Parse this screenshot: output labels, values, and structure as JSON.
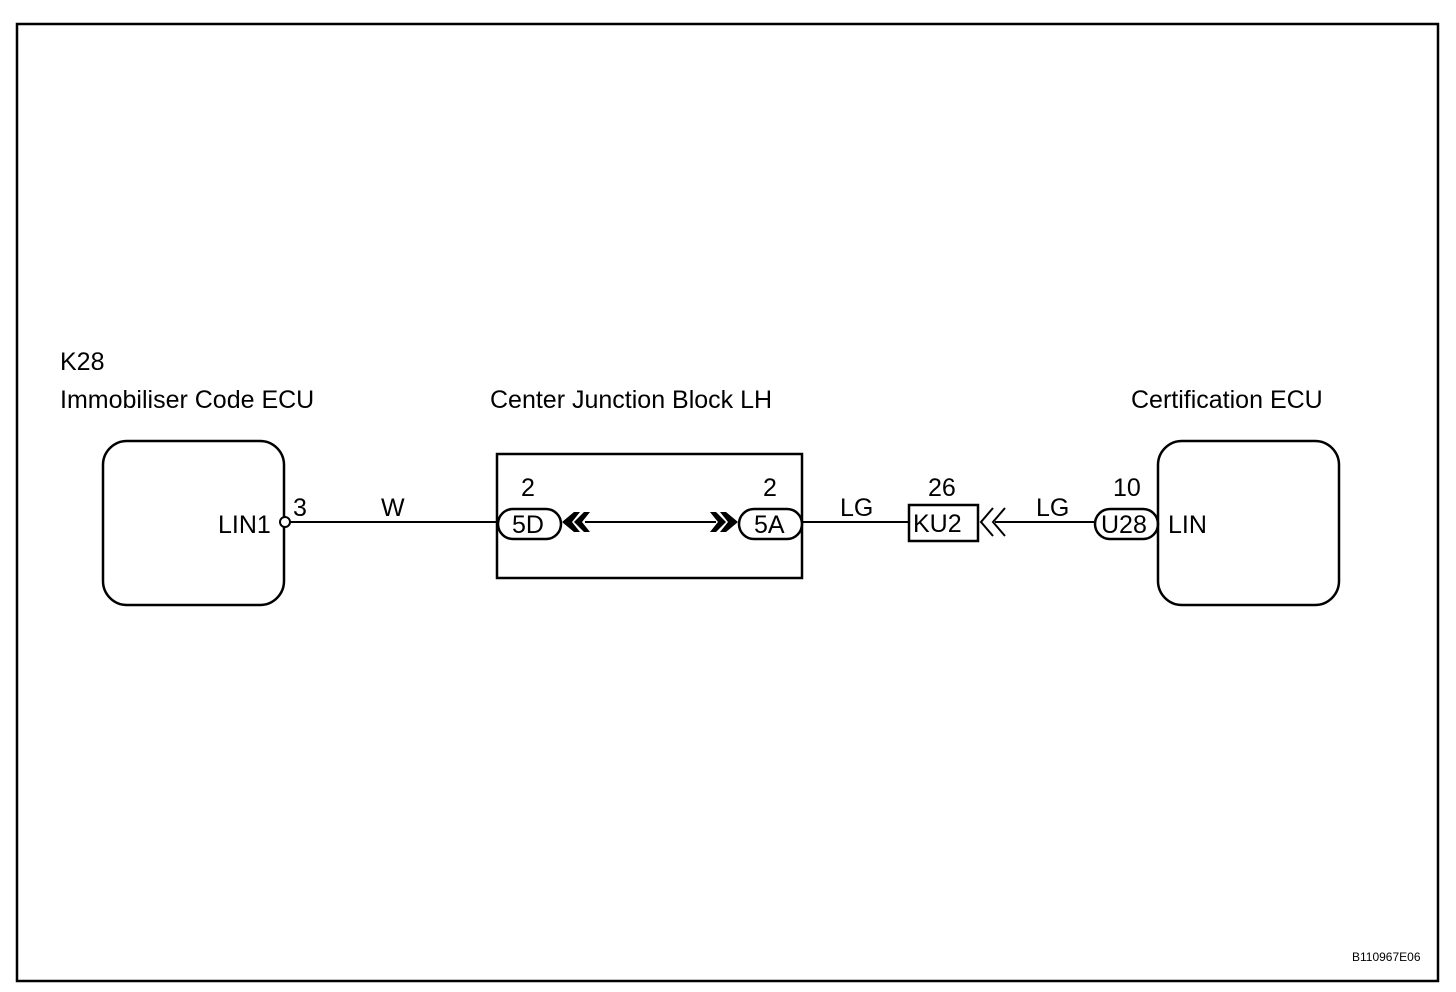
{
  "colors": {
    "line": "#000000",
    "background": "#ffffff"
  },
  "left_ecu": {
    "code": "K28",
    "name": "Immobiliser Code ECU",
    "terminal_label": "LIN1",
    "pin": "3"
  },
  "junction_block": {
    "name": "Center Junction Block LH",
    "left_connector": {
      "label": "5D",
      "pin": "2"
    },
    "right_connector": {
      "label": "5A",
      "pin": "2"
    }
  },
  "inline_connector": {
    "label": "KU2",
    "pin": "26"
  },
  "right_ecu": {
    "name": "Certification ECU",
    "connector": {
      "label": "U28",
      "pin": "10"
    },
    "terminal_label": "LIN"
  },
  "wires": {
    "left_color": "W",
    "mid_color": "LG",
    "right_color": "LG"
  },
  "diagram_id": "B110967E06"
}
